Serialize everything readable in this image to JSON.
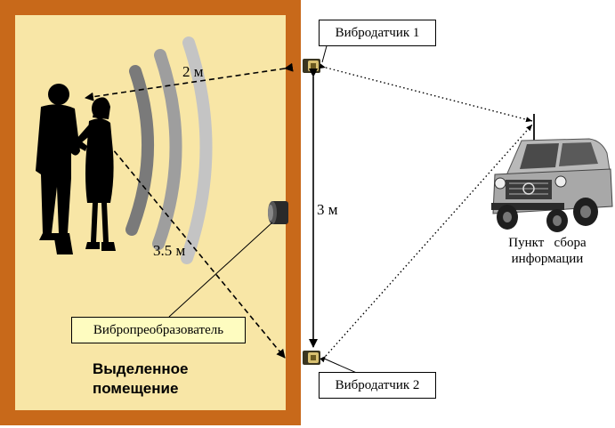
{
  "labels": {
    "sensor1": "Вибродатчик 1",
    "sensor2": "Вибродатчик 2",
    "converter": "Вибропреобразователь",
    "dist_2m": "2 м",
    "dist_35m": "3.5 м",
    "dist_3m": "3 м",
    "room_line1": "Выделенное",
    "room_line2": "помещение",
    "center_line1": "Пункт   сбора",
    "center_line2": "информации"
  },
  "colors": {
    "wall": "#c8691a",
    "room_fill": "#f8e6a6",
    "label_box": "#fefcc0"
  }
}
